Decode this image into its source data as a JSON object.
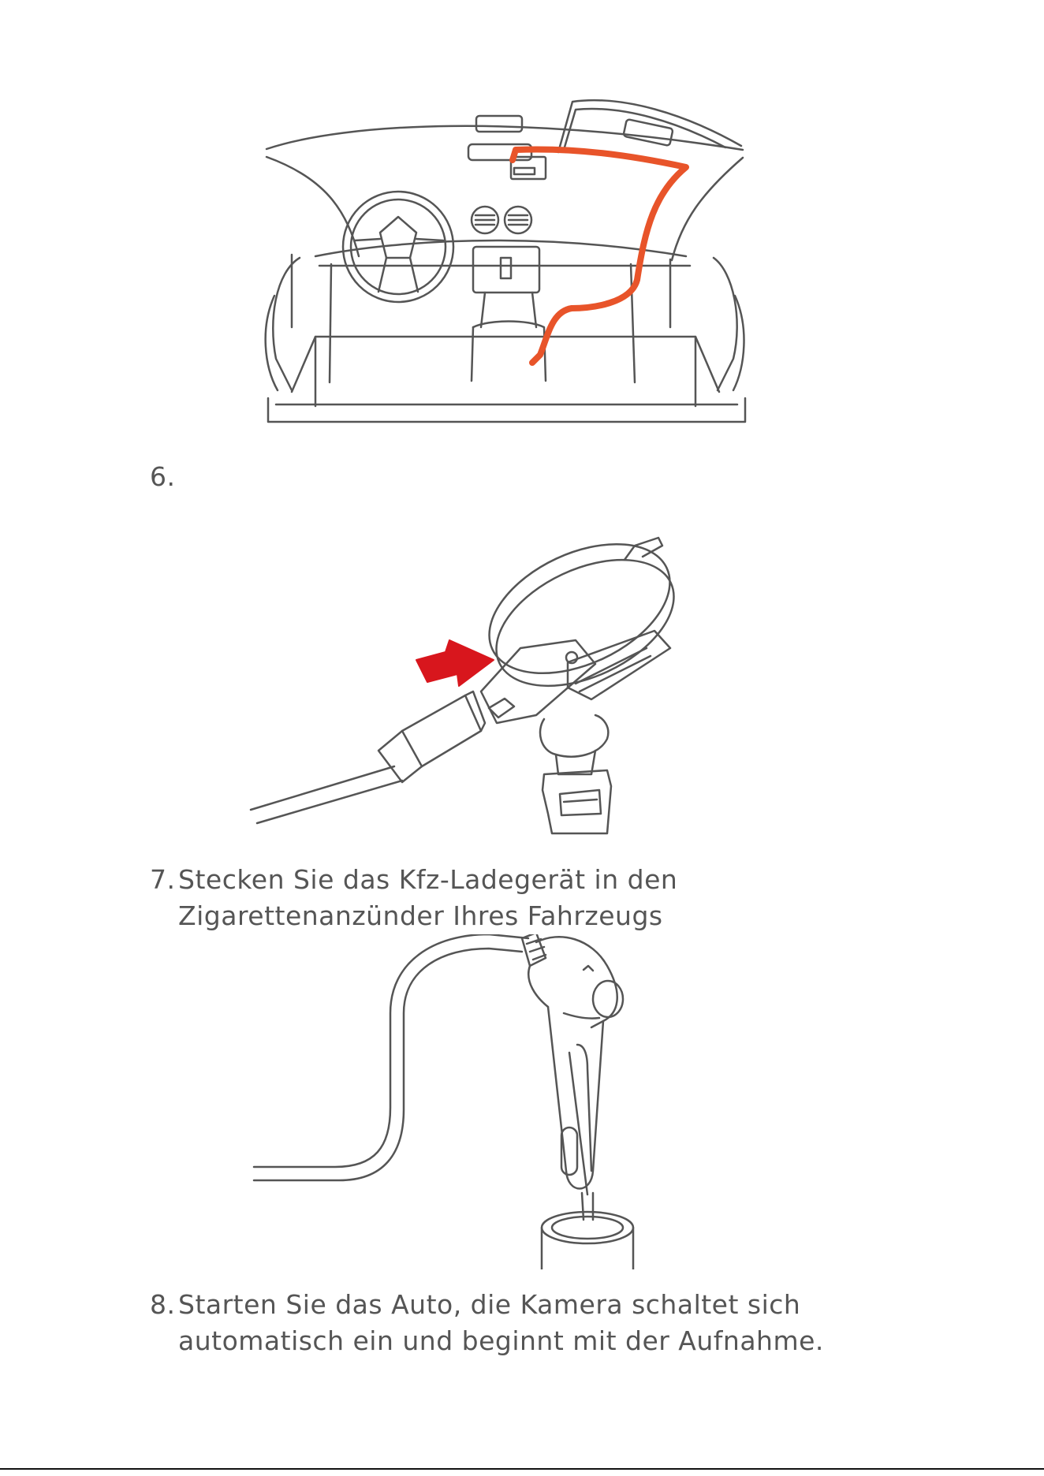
{
  "steps": [
    {
      "number": "6.",
      "text": ""
    },
    {
      "number": "7.",
      "text": "Stecken Sie das Kfz-Ladegerät in den Zigarettenanzünder Ihres Fahrzeugs"
    },
    {
      "number": "8.",
      "text": "Starten Sie das Auto, die Kamera schaltet sich automatisch ein und beginnt mit der Aufnahme."
    }
  ],
  "colors": {
    "line": "#555555",
    "cable_route": "#e8542a",
    "arrow": "#d8161d"
  },
  "illustrations": [
    {
      "name": "car-interior-cable-routing"
    },
    {
      "name": "mount-usb-plug-in"
    },
    {
      "name": "car-charger-in-lighter-socket"
    }
  ]
}
